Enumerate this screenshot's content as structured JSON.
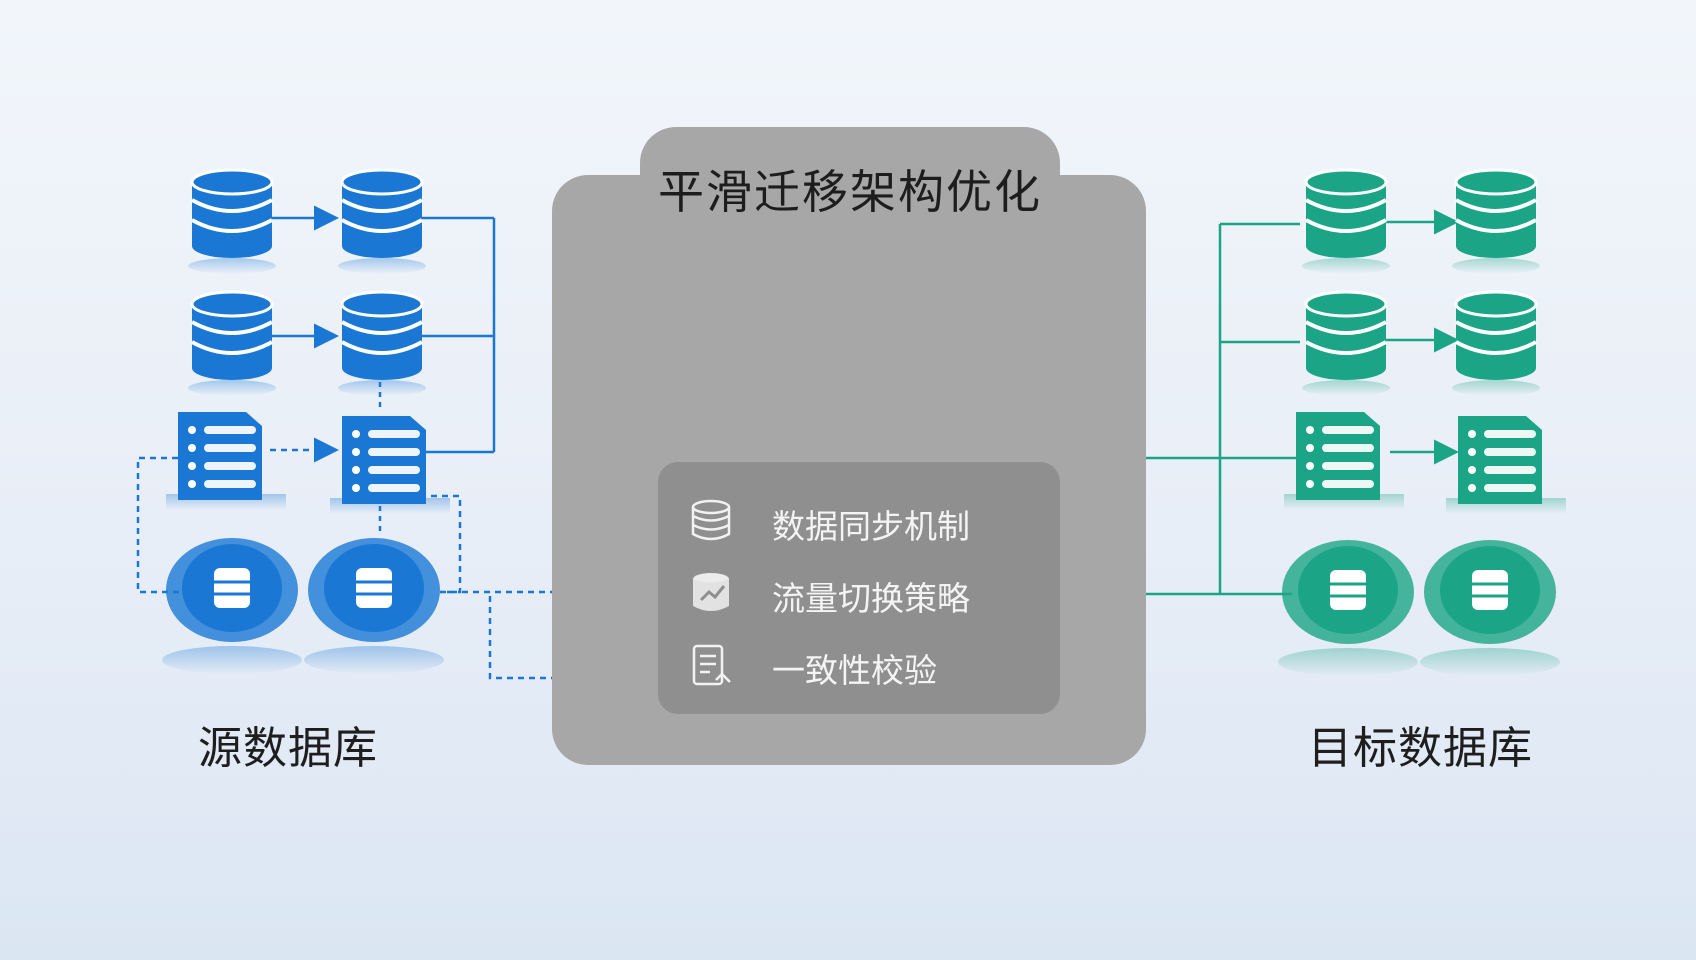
{
  "panel": {
    "title": "平滑迁移架构优化"
  },
  "source": {
    "label": "源数据库"
  },
  "target": {
    "label": "目标数据库"
  },
  "features": [
    {
      "icon": "database-sync-icon",
      "label": "数据同步机制"
    },
    {
      "icon": "traffic-switch-icon",
      "label": "流量切换策略"
    },
    {
      "icon": "checklist-icon",
      "label": "一致性校验"
    }
  ],
  "colors": {
    "source": "#1a78d4",
    "target": "#1ba586",
    "panel": "#a7a7a7",
    "feature_box": "#8f8f8f"
  }
}
